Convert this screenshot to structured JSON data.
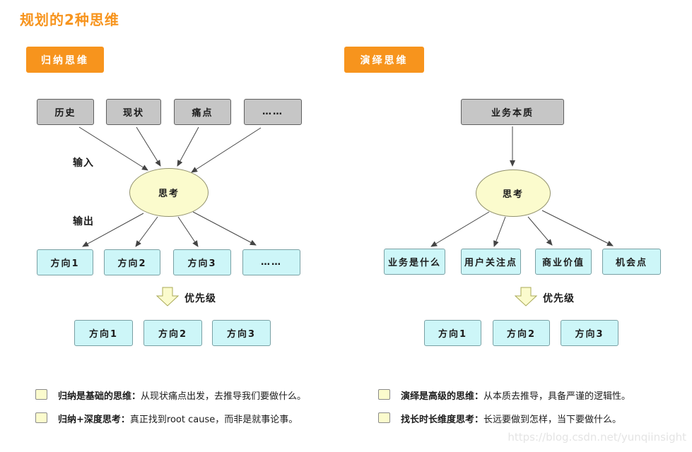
{
  "title": "规划的2种思维",
  "watermark": "https://blog.csdn.net/yunqiinsight",
  "colors": {
    "accent_orange": "#F7941D",
    "box_gray_fill": "#C6C6C6",
    "box_cyan_fill": "#CDF6F8",
    "ellipse_fill": "#FBFBCD",
    "block_arrow_fill": "#FBFBCD",
    "connector_stroke": "#444444"
  },
  "left": {
    "badge": "归纳思维",
    "input_label": "输入",
    "output_label": "输出",
    "source_boxes": [
      "历史",
      "现状",
      "痛点",
      "……"
    ],
    "think_label": "思考",
    "direction_boxes": [
      "方向1",
      "方向2",
      "方向3",
      "……"
    ],
    "priority_label": "优先级",
    "priority_boxes": [
      "方向1",
      "方向2",
      "方向3"
    ],
    "notes": [
      {
        "prefix": "归纳是基础的思维：",
        "body": "从现状痛点出发，去推导我们要做什么。"
      },
      {
        "prefix": "归纳+深度思考：",
        "body": "真正找到root cause，而非是就事论事。"
      }
    ]
  },
  "right": {
    "badge": "演绎思维",
    "source_boxes": [
      "业务本质"
    ],
    "think_label": "思考",
    "direction_boxes": [
      "业务是什么",
      "用户关注点",
      "商业价值",
      "机会点"
    ],
    "priority_label": "优先级",
    "priority_boxes": [
      "方向1",
      "方向2",
      "方向3"
    ],
    "notes": [
      {
        "prefix": "演绎是高级的思维：",
        "body": "从本质去推导，具备严谨的逻辑性。"
      },
      {
        "prefix": "找长时长维度思考：",
        "body": "长远要做到怎样，当下要做什么。"
      }
    ]
  }
}
